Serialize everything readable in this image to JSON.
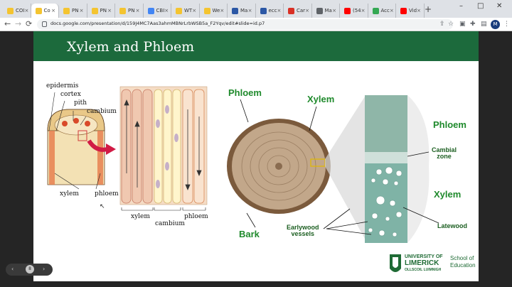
{
  "browser": {
    "tabs": [
      {
        "label": "COI",
        "color": "#f4c430"
      },
      {
        "label": "Co",
        "color": "#f4c430"
      },
      {
        "label": "PN",
        "color": "#f4c430"
      },
      {
        "label": "PN",
        "color": "#f4c430"
      },
      {
        "label": "PN",
        "color": "#f4c430"
      },
      {
        "label": "CBI",
        "color": "#4285f4"
      },
      {
        "label": "WT",
        "color": "#f4c430"
      },
      {
        "label": "We",
        "color": "#f4c430"
      },
      {
        "label": "Ma",
        "color": "#2b57a5"
      },
      {
        "label": "ecc",
        "color": "#2b57a5"
      },
      {
        "label": "Car",
        "color": "#d93025"
      },
      {
        "label": "Ma",
        "color": "#5f6368"
      },
      {
        "label": "(54",
        "color": "#ff0000"
      },
      {
        "label": "Acc",
        "color": "#34a853"
      },
      {
        "label": "Vid",
        "color": "#ff0000"
      }
    ],
    "active_tab_index": 1,
    "new_tab": "+",
    "url": "docs.google.com/presentation/d/159J4MC7Aas3ahmMBNrLrbWSB5a_F2Yqv/edit#slide=id.p7",
    "avatar_letter": "M",
    "back": "←",
    "forward": "→",
    "reload": "⟳",
    "win_min": "–",
    "win_max": "□",
    "win_close": "✕"
  },
  "slide": {
    "title": "Xylem and Phloem",
    "left_labels": {
      "epidermis": "epidermis",
      "cortex": "cortex",
      "pith": "pith",
      "cambium": "cambium",
      "xylem": "xylem",
      "phloem": "phloem"
    },
    "bottom_labels": {
      "xylem": "xylem",
      "cambium": "cambium",
      "phloem": "phloem"
    },
    "right_labels": {
      "phloem_top": "Phloem",
      "xylem_top": "Xylem",
      "bark": "Bark",
      "phloem_side": "Phloem",
      "cambial_zone": "Cambial\nzone",
      "xylem_side": "Xylem",
      "earlywood_vessels": "Earlywood\nvessels",
      "latewood": "Latewood"
    },
    "logo": {
      "line1": "UNIVERSITY OF",
      "line2": "LIMERICK",
      "line3": "OLLSCOIL LUIMNIGH",
      "school1": "School of",
      "school2": "Education"
    }
  },
  "pager": {
    "prev": "‹",
    "page": "8",
    "next": "›"
  }
}
